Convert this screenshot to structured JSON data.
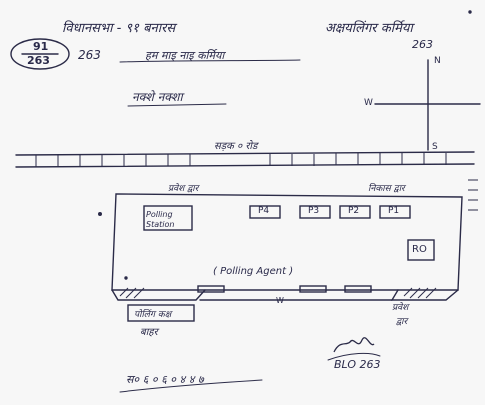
{
  "header": {
    "constituency_line": "विधानसभा - ९१ बनारस",
    "school_name": "अक्षयलिंगर कर्मिया",
    "school_number": "263",
    "circle_top": "91",
    "circle_bottom": "263",
    "booth_number": "263",
    "booth_line": "हम माइ नाइ कर्मिया"
  },
  "map": {
    "title": "नक्शे नक्शा",
    "road_label": "सड़क ० रोड",
    "compass": {
      "north": "N",
      "south": "S",
      "west": "W"
    }
  },
  "hall": {
    "left_entrance": "प्रवेश द्वार",
    "right_entrance": "निकास द्वार",
    "polling_station_label": "Polling Station",
    "officers": [
      "P4",
      "P3",
      "P2",
      "P1"
    ],
    "ro_label": "RO",
    "agents_label": "( Polling Agent )",
    "bottom_mark": "W"
  },
  "outside": {
    "left_box": "पोलिंग कक्ष",
    "left_label": "बाहर",
    "right_box": "प्रवेश",
    "right_label": "द्वार"
  },
  "signature": {
    "code": "BLO 263"
  },
  "bottom_note": "स० ६ ० ६ ० ४ ४ ७"
}
